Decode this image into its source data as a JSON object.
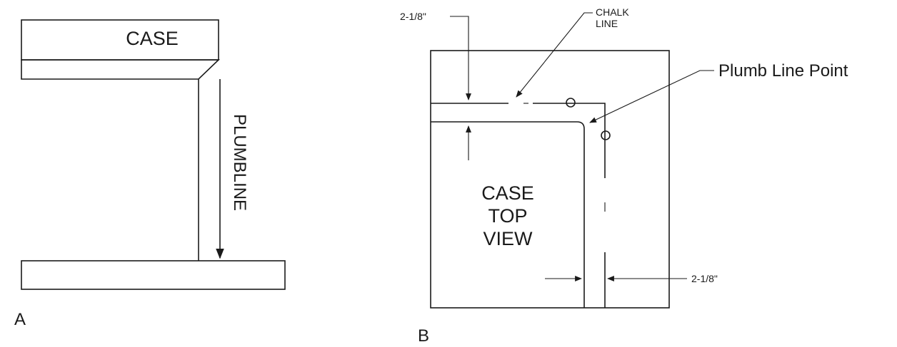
{
  "figure_a": {
    "case_label": "CASE",
    "plumbline_label": "PLUMBLINE",
    "panel_label": "A"
  },
  "figure_b": {
    "dimension_top": "2-1/8\"",
    "chalk_line_label_1": "CHALK",
    "chalk_line_label_2": "LINE",
    "plumb_point_label": "Plumb Line Point",
    "case_top_view_line1": "CASE",
    "case_top_view_line2": "TOP",
    "case_top_view_line3": "VIEW",
    "dimension_bottom": "2-1/8\"",
    "panel_label": "B"
  }
}
